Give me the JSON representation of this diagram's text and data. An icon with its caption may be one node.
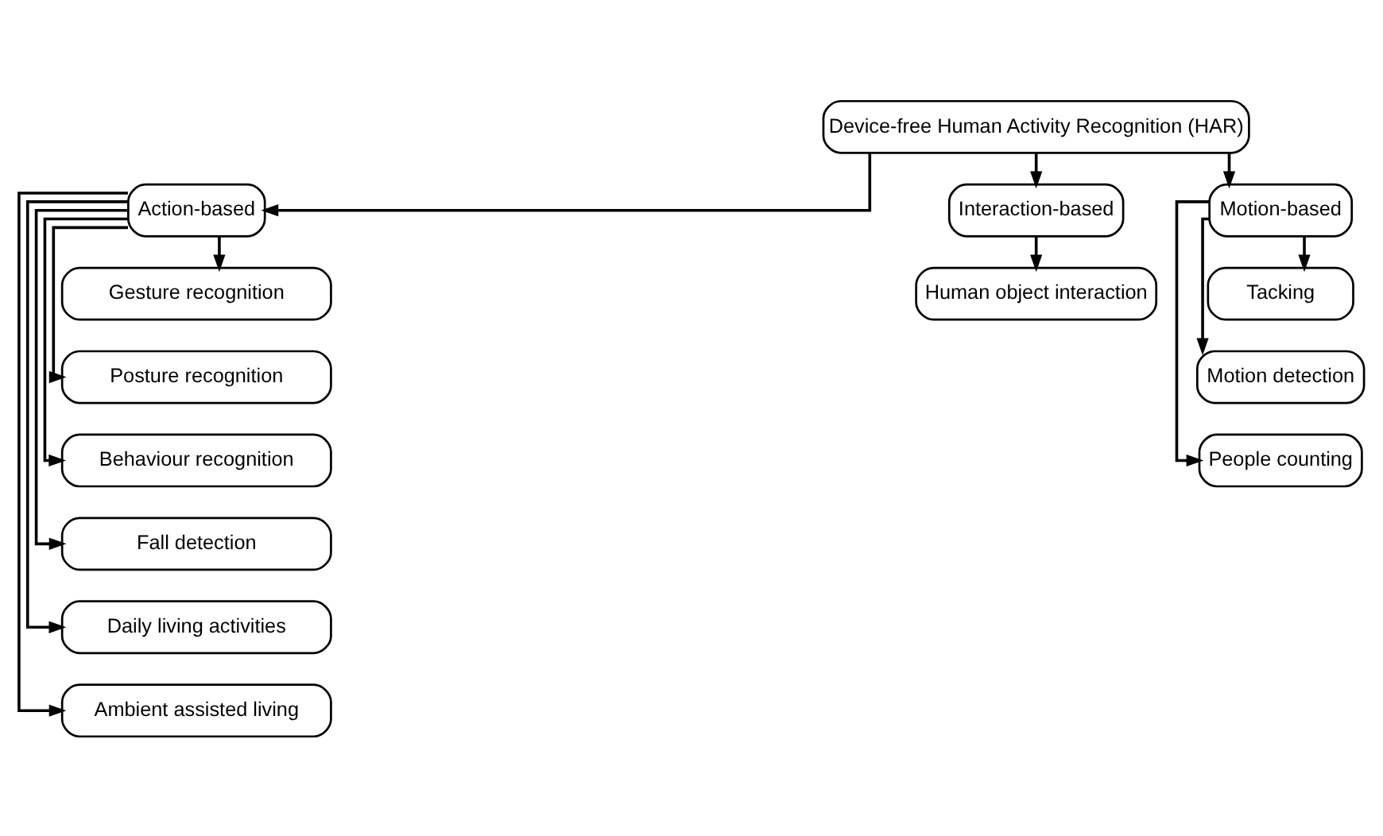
{
  "diagram": {
    "nodes": [
      {
        "text": [
          "Device-free Human Activity Recognition (HAR)"
        ]
      },
      {
        "text": [
          "Action-based"
        ]
      },
      {
        "text": [
          "Interaction-based"
        ]
      },
      {
        "text": [
          "Motion-based"
        ]
      },
      {
        "text": [
          "Gesture recognition"
        ]
      },
      {
        "text": [
          "Posture recognition"
        ]
      },
      {
        "text": [
          "Behaviour recognition"
        ]
      },
      {
        "text": [
          "Fall detection"
        ]
      },
      {
        "text": [
          "Daily living activities"
        ]
      },
      {
        "text": [
          "Ambient assisted living"
        ]
      },
      {
        "text": [
          "Human object interaction"
        ]
      },
      {
        "text": [
          "Tacking"
        ]
      },
      {
        "text": [
          "Motion detection"
        ]
      },
      {
        "text": [
          "People counting"
        ]
      }
    ],
    "edges": [
      {
        "from": 0,
        "to": 1,
        "arrow": "to"
      },
      {
        "from": 0,
        "to": 2,
        "arrow": "to"
      },
      {
        "from": 0,
        "to": 3,
        "arrow": "to"
      },
      {
        "from": 1,
        "to": 4,
        "arrow": "to"
      },
      {
        "from": 1,
        "to": 5,
        "arrow": "to"
      },
      {
        "from": 1,
        "to": 6,
        "arrow": "to"
      },
      {
        "from": 1,
        "to": 7,
        "arrow": "to"
      },
      {
        "from": 1,
        "to": 8,
        "arrow": "to"
      },
      {
        "from": 1,
        "to": 9,
        "arrow": "to"
      },
      {
        "from": 2,
        "to": 10,
        "arrow": "to"
      },
      {
        "from": 3,
        "to": 11,
        "arrow": "to"
      },
      {
        "from": 3,
        "to": 12,
        "arrow": "to"
      },
      {
        "from": 3,
        "to": 13,
        "arrow": "to"
      }
    ]
  }
}
